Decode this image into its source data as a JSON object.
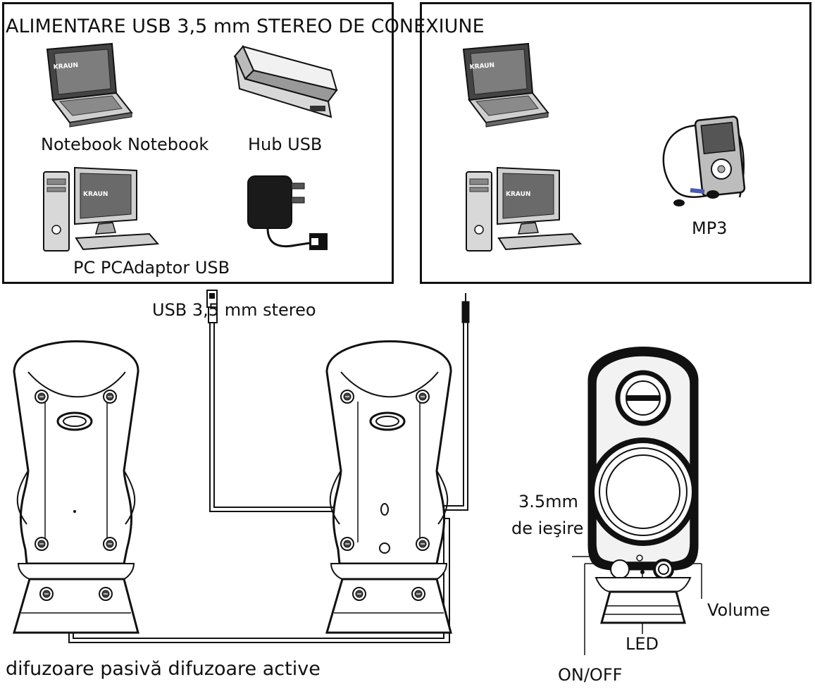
{
  "texts": {
    "title": "ALIMENTARE USB 3,5 mm STEREO DE CONEXIUNE",
    "notebook": "Notebook Notebook",
    "hub": "Hub USB",
    "pc_adapter": "PC PCAdaptor USB",
    "mp3": "MP3",
    "usb_stereo": "USB 3,5 mm stereo",
    "output_1": "3.5mm",
    "output_2": "de ieşire",
    "volume": "Volume",
    "led": "LED",
    "onoff": "ON/OFF",
    "speakers": "difuzoare pasivă difuzoare active"
  },
  "logo": "KRAUN",
  "icons": [
    "laptop-icon",
    "usb-hub-icon",
    "desktop-pc-icon",
    "usb-adapter-icon",
    "mp3-player-icon",
    "usb-plug-icon",
    "jack-plug-icon",
    "speaker-back-icon",
    "speaker-front-icon"
  ]
}
